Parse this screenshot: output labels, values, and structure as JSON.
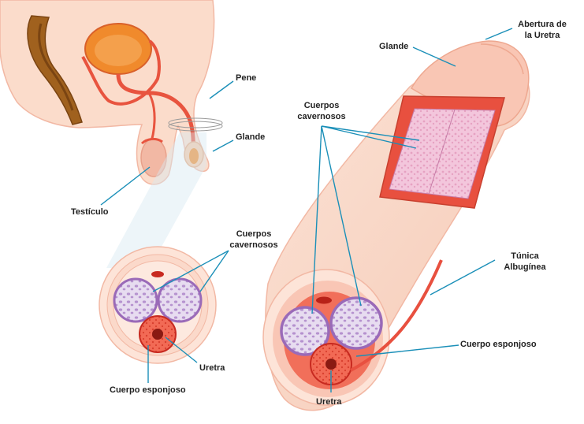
{
  "labels": {
    "pene": "Pene",
    "glande_small": "Glande",
    "testiculo": "Testículo",
    "cuerpos_cavernosos_cross_1": "Cuerpos",
    "cuerpos_cavernosos_cross_2": "cavernosos",
    "uretra_cross": "Uretra",
    "cuerpo_esponjoso_cross": "Cuerpo esponjoso",
    "cuerpos_cavernosos_big_1": "Cuerpos",
    "cuerpos_cavernosos_big_2": "cavernosos",
    "glande_big": "Glande",
    "abertura_1": "Abertura de",
    "abertura_2": "la Uretra",
    "tunica_1": "Túnica",
    "tunica_2": "Albugínea",
    "cuerpo_esponjoso_big": "Cuerpo esponjoso",
    "uretra_big": "Uretra"
  },
  "colors": {
    "skin": "#f9d6c6",
    "skin_dark": "#f2b8a4",
    "organ_red": "#e8543f",
    "organ_orange": "#f08a2c",
    "bowel": "#9a5a1c",
    "cavernous_fill": "#d9c4e8",
    "cavernous_stroke": "#9a6ab8",
    "spongy_red": "#e23b2e",
    "leader_line": "#1a8fb8"
  }
}
